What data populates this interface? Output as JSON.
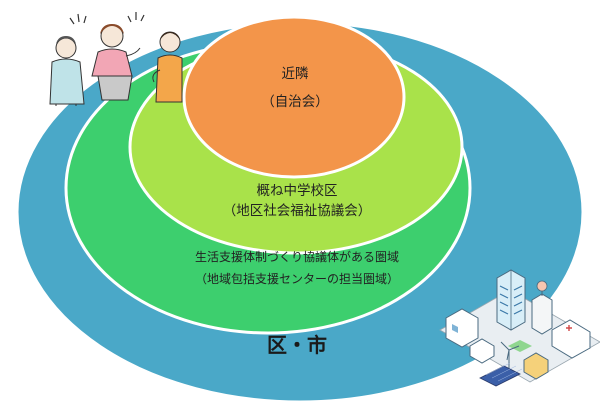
{
  "diagram": {
    "rings": [
      {
        "id": "city",
        "color": "#4aa8c8",
        "label": "区・市"
      },
      {
        "id": "support-area",
        "color": "#3dcf6e",
        "label": "生活支援体制づくり協議体がある圏域",
        "sublabel": "（地域包括支援センターの担当圏域）"
      },
      {
        "id": "school-district",
        "color": "#a9e24a",
        "label": "概ね中学校区",
        "sublabel": "（地区社会福祉協議会）"
      },
      {
        "id": "neighborhood",
        "color": "#f3954a",
        "label": "近隣",
        "sublabel": "（自治会）"
      }
    ],
    "outline_color": "#ffffff",
    "illustrations": {
      "people": "people-talking-illustration",
      "town": "town-buildings-illustration"
    }
  }
}
